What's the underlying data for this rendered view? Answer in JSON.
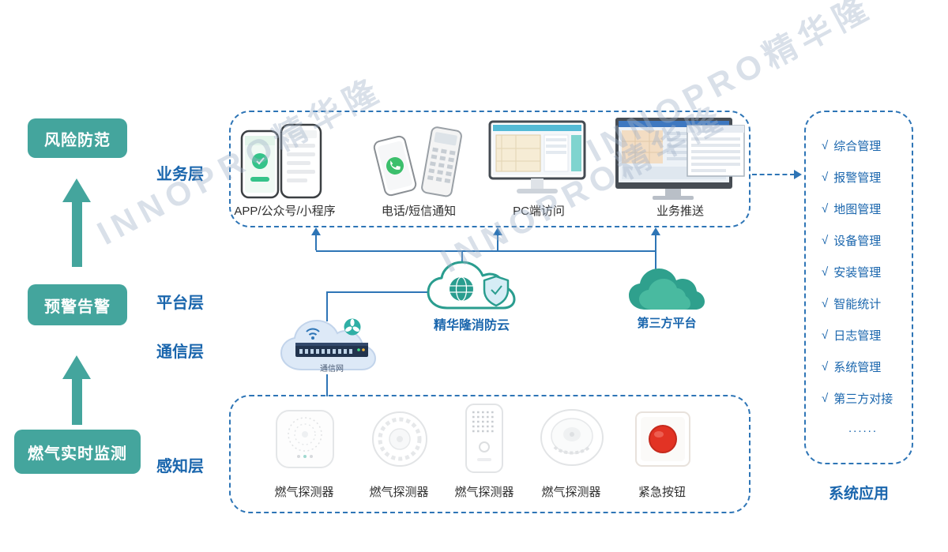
{
  "watermark_text": "INNOPRO精华隆",
  "flow": {
    "boxes": [
      "风险防范",
      "预警告警",
      "燃气实时监测"
    ]
  },
  "layers": {
    "business": "业务层",
    "platform": "平台层",
    "communication": "通信层",
    "perception": "感知层"
  },
  "business": {
    "items": [
      {
        "label": "APP/公众号/小程序"
      },
      {
        "label": "电话/短信通知"
      },
      {
        "label": "PC端访问"
      },
      {
        "label": "业务推送"
      }
    ]
  },
  "platform": {
    "fire_cloud": "精华隆消防云",
    "third_party": "第三方平台",
    "comm_network": "通信网"
  },
  "perception": {
    "items": [
      {
        "label": "燃气探测器"
      },
      {
        "label": "燃气探测器"
      },
      {
        "label": "燃气探测器"
      },
      {
        "label": "燃气探测器"
      },
      {
        "label": "紧急按钮"
      }
    ]
  },
  "applications": {
    "check": "√",
    "items": [
      "综合管理",
      "报警管理",
      "地图管理",
      "设备管理",
      "安装管理",
      "智能统计",
      "日志管理",
      "系统管理",
      "第三方对接"
    ],
    "ellipsis": "......",
    "title": "系统应用"
  },
  "colors": {
    "teal_box": "#44A59D",
    "blue_line": "#2E75B6",
    "blue_text": "#1A66AD",
    "cloud_teal": "#2A9D8F"
  }
}
